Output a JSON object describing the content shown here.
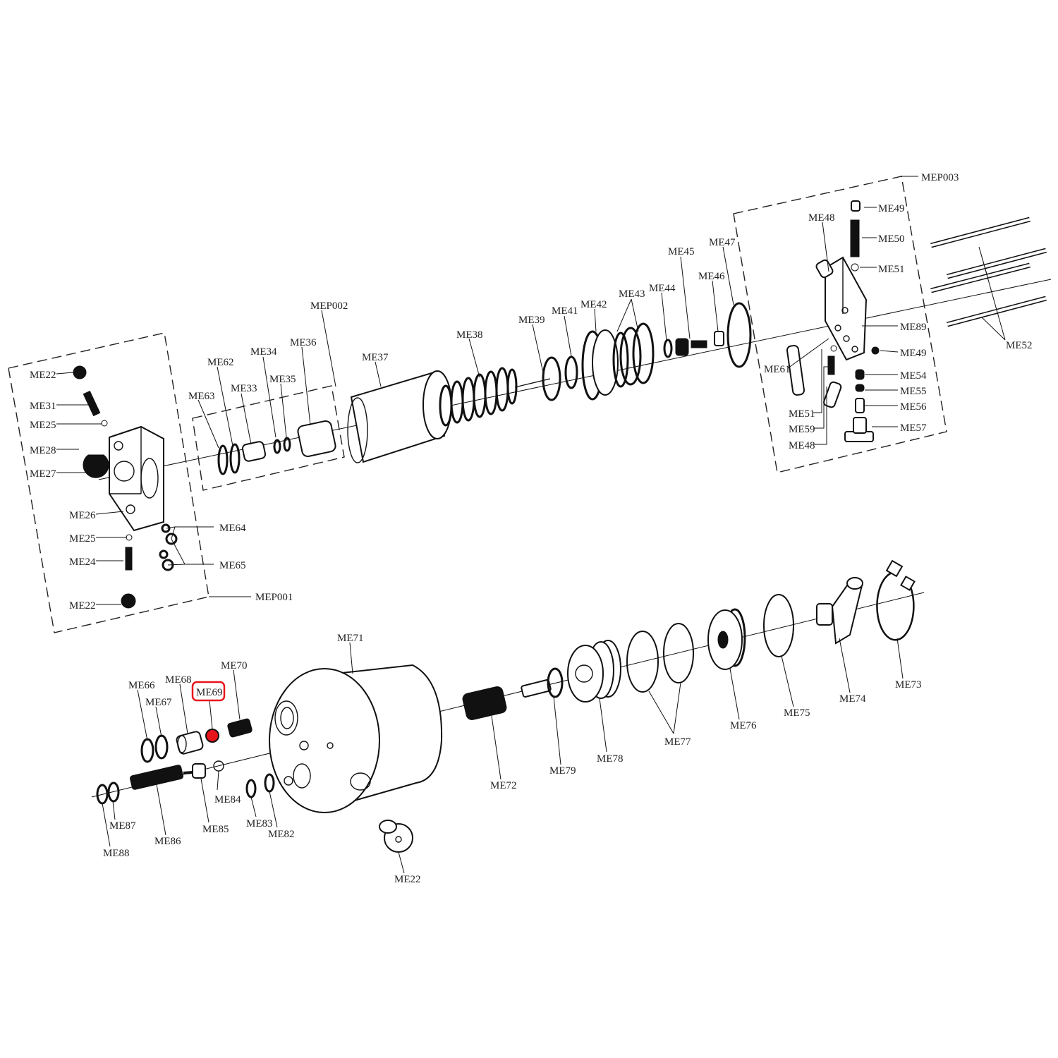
{
  "diagram": {
    "highlight_color": "#e8141b",
    "highlighted_part": "ME69",
    "labels": [
      "ME22",
      "ME31",
      "ME25",
      "ME28",
      "ME27",
      "ME26",
      "ME25",
      "ME24",
      "ME22",
      "ME64",
      "ME65",
      "MEP001",
      "ME63",
      "ME62",
      "ME33",
      "ME34",
      "ME35",
      "ME36",
      "MEP002",
      "ME37",
      "ME38",
      "ME39",
      "ME41",
      "ME42",
      "ME43",
      "ME44",
      "ME45",
      "ME46",
      "ME47",
      "MEP003",
      "ME48",
      "ME49",
      "ME50",
      "ME51",
      "ME89",
      "ME49",
      "ME61",
      "ME54",
      "ME55",
      "ME56",
      "ME51",
      "ME59",
      "ME57",
      "ME48",
      "ME52",
      "ME71",
      "ME70",
      "ME66",
      "ME68",
      "ME69",
      "ME67",
      "ME84",
      "ME85",
      "ME83",
      "ME82",
      "ME87",
      "ME86",
      "ME88",
      "ME22",
      "ME72",
      "ME79",
      "ME78",
      "ME77",
      "ME76",
      "ME75",
      "ME74",
      "ME73"
    ]
  }
}
